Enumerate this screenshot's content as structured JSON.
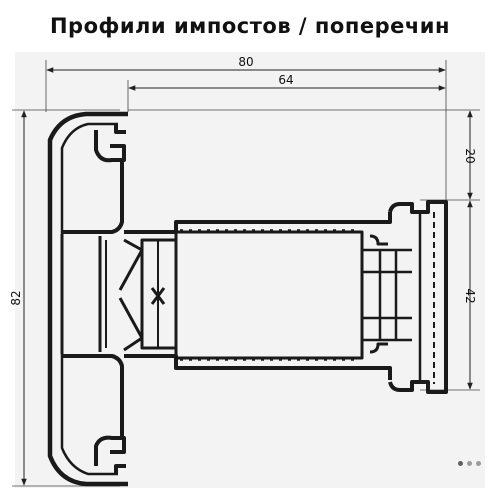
{
  "title": "Профили импостов / поперечин",
  "dimensions": {
    "overall_width": "80",
    "inner_width": "64",
    "overall_height": "82",
    "top_offset": "20",
    "right_height": "42"
  },
  "carousel": {
    "count": 3,
    "active": 0
  },
  "colors": {
    "profile": "#1a1a1a",
    "panel": "#f3f3f3",
    "dim_line": "#222222"
  }
}
